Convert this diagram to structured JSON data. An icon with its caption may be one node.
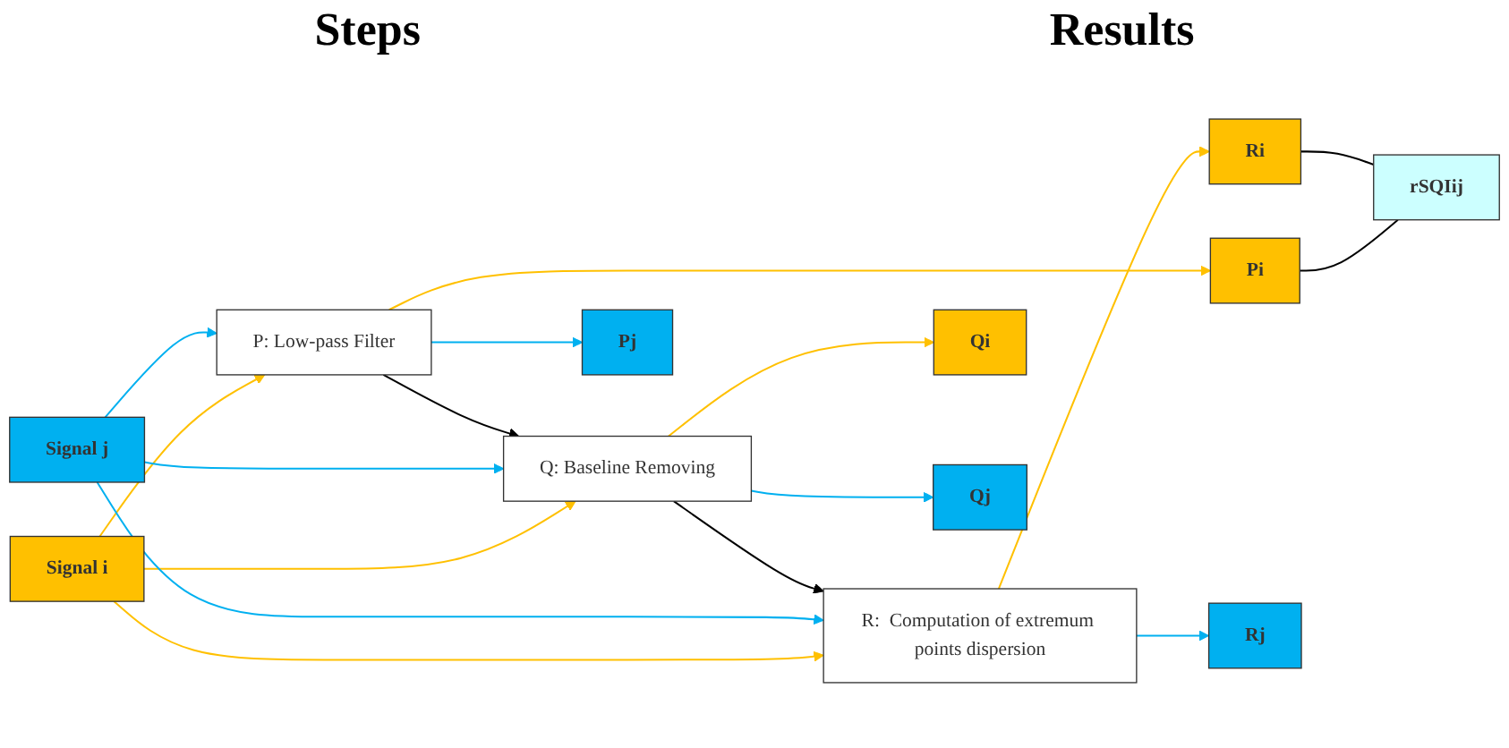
{
  "diagram": {
    "nodes": [
      {
        "text": [
          "Signal  i"
        ]
      },
      {
        "text": [
          "Signal  j"
        ]
      },
      {
        "text": [
          "P:  Low-pass Filter"
        ]
      },
      {
        "text": [
          "Q:  Baseline Removing"
        ]
      },
      {
        "text": [
          "R:  Computation of extremum points dispersion"
        ]
      },
      {
        "text": [
          "Pi"
        ]
      },
      {
        "text": [
          "Pj"
        ]
      },
      {
        "text": [
          "Qi"
        ]
      },
      {
        "text": [
          "Qj"
        ]
      },
      {
        "text": [
          "Ri"
        ]
      },
      {
        "text": [
          "Rj"
        ]
      },
      {
        "text": [
          "rSQIij"
        ]
      }
    ],
    "edges": [
      {
        "from": 0,
        "to": 2,
        "arrow": "to",
        "color": "#ffc000"
      },
      {
        "from": 0,
        "to": 3,
        "arrow": "to",
        "color": "#ffc000"
      },
      {
        "from": 0,
        "to": 4,
        "arrow": "to",
        "color": "#ffc000"
      },
      {
        "from": 1,
        "to": 2,
        "arrow": "to",
        "color": "#00b0f0"
      },
      {
        "from": 1,
        "to": 3,
        "arrow": "to",
        "color": "#00b0f0"
      },
      {
        "from": 1,
        "to": 4,
        "arrow": "to",
        "color": "#00b0f0"
      },
      {
        "from": 2,
        "to": 3,
        "arrow": "to",
        "color": "#000000"
      },
      {
        "from": 3,
        "to": 4,
        "arrow": "to",
        "color": "#000000"
      },
      {
        "from": 2,
        "to": 5,
        "arrow": "to",
        "color": "#ffc000"
      },
      {
        "from": 2,
        "to": 6,
        "arrow": "to",
        "color": "#00b0f0"
      },
      {
        "from": 3,
        "to": 7,
        "arrow": "to",
        "color": "#ffc000"
      },
      {
        "from": 3,
        "to": 8,
        "arrow": "to",
        "color": "#00b0f0"
      },
      {
        "from": 4,
        "to": 9,
        "arrow": "to",
        "color": "#ffc000"
      },
      {
        "from": 4,
        "to": 10,
        "arrow": "to",
        "color": "#00b0f0"
      },
      {
        "from": 5,
        "to": 11,
        "arrow": "none",
        "color": "#000000"
      },
      {
        "from": 9,
        "to": 11,
        "arrow": "none",
        "color": "#000000"
      }
    ],
    "labels": [
      "Steps",
      "Results"
    ]
  }
}
